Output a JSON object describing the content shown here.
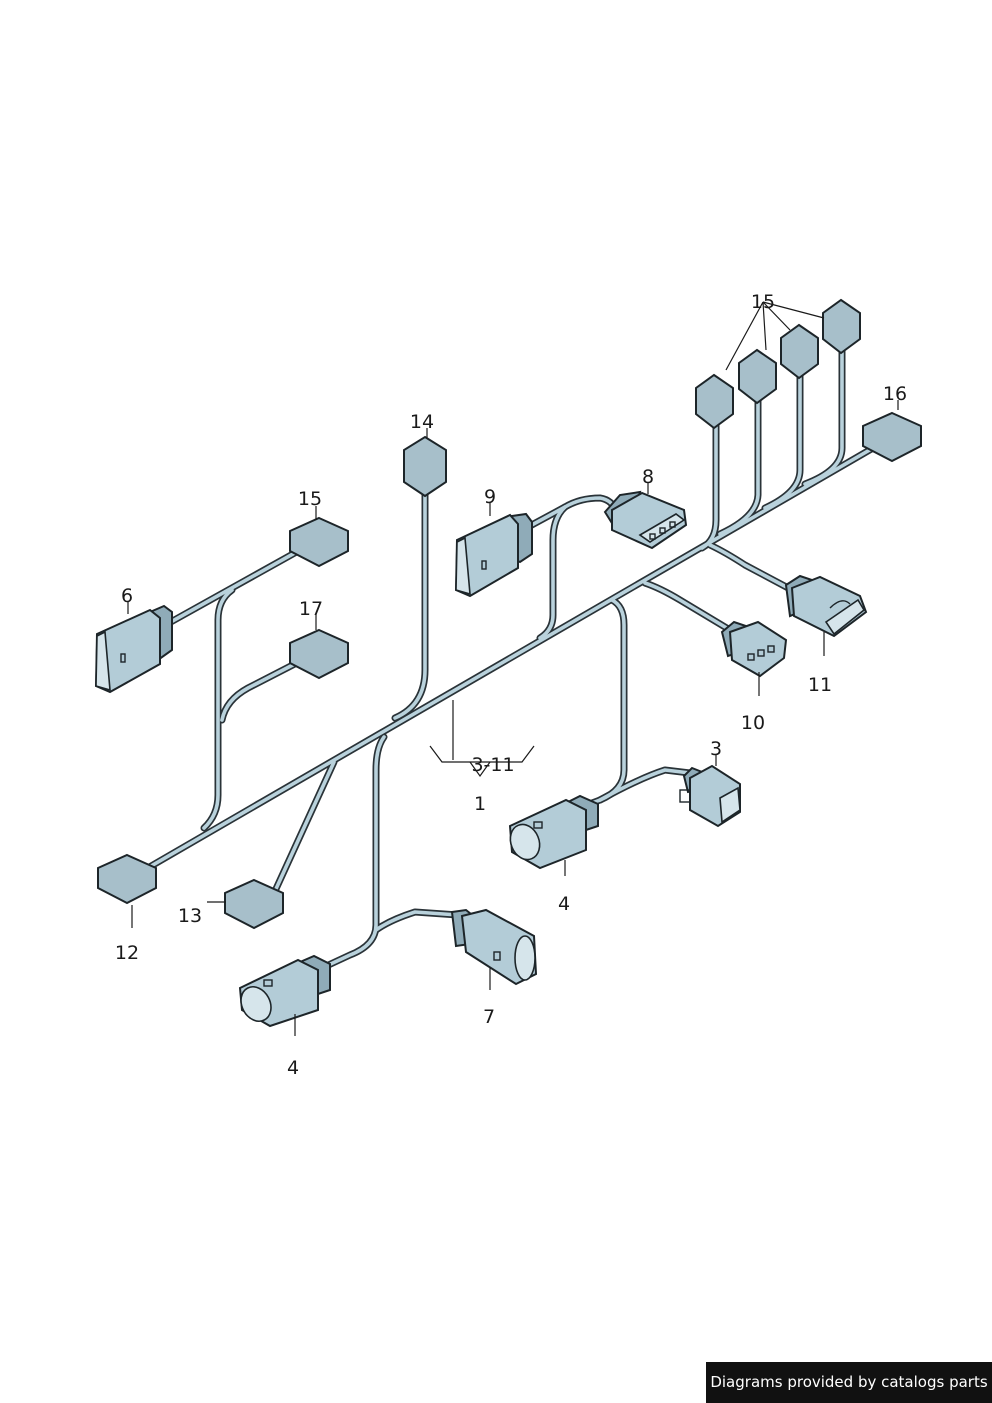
{
  "labels": {
    "l15a": "15",
    "l16": "16",
    "l14": "14",
    "l15b": "15",
    "l9": "9",
    "l8": "8",
    "l6": "6",
    "l17": "17",
    "l11a": "11",
    "l10": "10",
    "l3a": "3",
    "l311": "3-11",
    "l1": "1",
    "l4a": "4",
    "l12": "12",
    "l13": "13",
    "l7": "7",
    "l4b": "4"
  },
  "footer": "Diagrams provided by catalogs parts",
  "colors": {
    "wire_fill": "#b9d2dc",
    "outline": "#1d2529",
    "connector": "#b3ccd7",
    "footer_bg": "#111111"
  }
}
